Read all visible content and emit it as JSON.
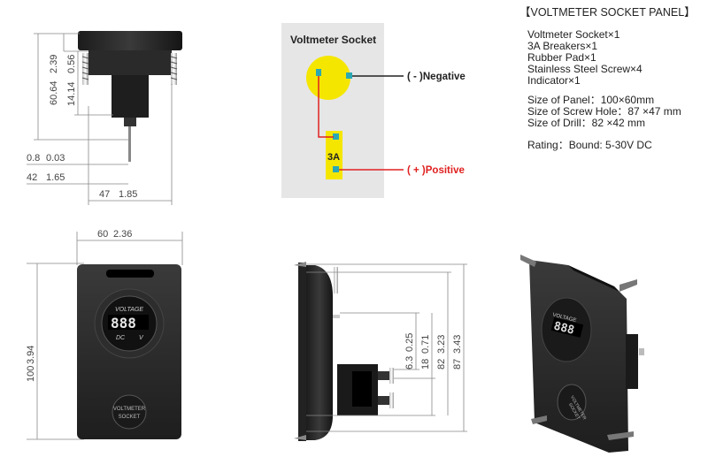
{
  "spec_panel": {
    "title": "【VOLTMETER SOCKET PANEL】",
    "contents": [
      "Voltmeter Socket×1",
      "3A Breakers×1",
      "Rubber Pad×1",
      "Stainless Steel Screw×4",
      "Indicator×1"
    ],
    "sizes": [
      "Size of Panel：100×60mm",
      "Size of Screw Hole：87 ×47 mm",
      "Size of Drill：82 ×42 mm"
    ],
    "rating": "Rating：Bound: 5-30V DC"
  },
  "wiring": {
    "title": "Voltmeter Socket",
    "negative_label": "( - )Negative",
    "positive_label": "( + )Positive",
    "breaker_label": "3A",
    "colors": {
      "socket": "#f5e600",
      "wire": "#e02020",
      "positive_text": "#e02020",
      "panel_bg": "#e6e6e6",
      "terminal": "#2aa9b5"
    }
  },
  "top_view_dims": {
    "total_height": "60.64",
    "total_height_in": "2.39",
    "flange": "14.14",
    "flange_in": "0.56",
    "pin": "0.8",
    "pin_in": "0.03",
    "pin_len": "42",
    "pin_len_in": "1.65",
    "width": "47",
    "width_in": "1.85"
  },
  "front_view": {
    "width_mm": "60",
    "width_in": "2.36",
    "height_mm": "100",
    "height_in": "3.94",
    "voltage_label": "VOLTAGE",
    "digits": "888",
    "dc_label": "DC",
    "v_label": "V",
    "socket_line1": "VOLTMETER",
    "socket_line2": "SOCKET"
  },
  "side_view_dims": [
    {
      "mm": "6.3",
      "in": "0.25"
    },
    {
      "mm": "18",
      "in": "0.71"
    },
    {
      "mm": "82",
      "in": "3.23"
    },
    {
      "mm": "87",
      "in": "3.43"
    }
  ],
  "perspective": {
    "digits": "888",
    "voltage_label": "VOLTAGE",
    "socket_line1": "VOLTMETER",
    "socket_line2": "SOCKET"
  }
}
